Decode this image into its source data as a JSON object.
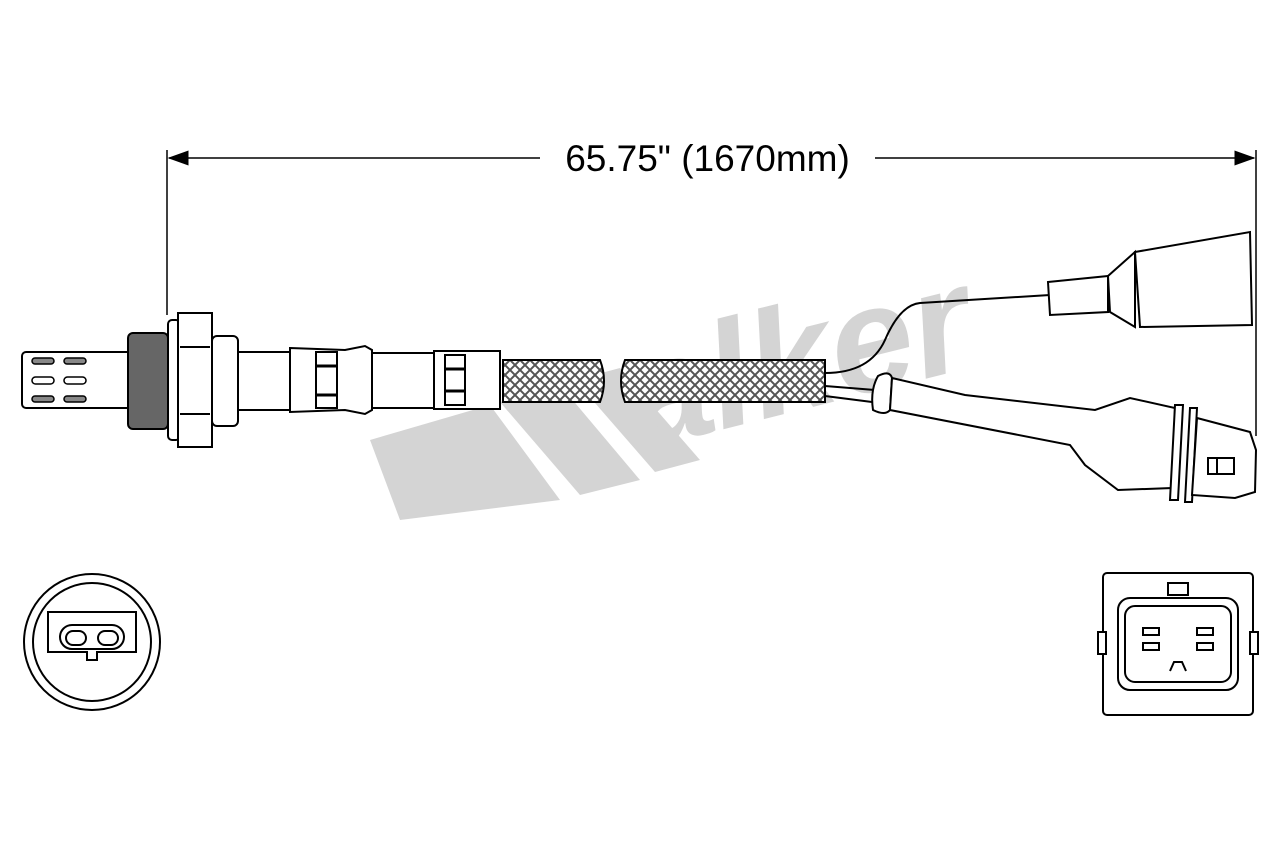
{
  "dimension": {
    "label": "65.75\" (1670mm)",
    "inches": 65.75,
    "millimeters": 1670
  },
  "watermark": {
    "logo_text": "Walker",
    "color": "#d4d4d4"
  },
  "views": {
    "sensor_end": "sensor-end-view",
    "connector_end": "connector-face-view"
  }
}
